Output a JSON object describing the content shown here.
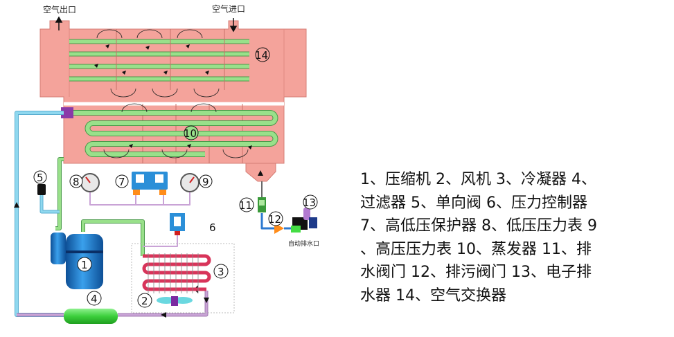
{
  "diagram": {
    "air_outlet": "空气出口",
    "air_inlet": "空气进口",
    "auto_drain": "自动排水口",
    "numbers": [
      "1",
      "2",
      "3",
      "4",
      "5",
      "6",
      "7",
      "8",
      "9",
      "10",
      "11",
      "12",
      "13",
      "14"
    ]
  },
  "legend": {
    "text": "1、压缩机 2、风机 3、冷凝器 4、\n过滤器 5、单向阀 6、压力控制器\n7、高低压保护器 8、低压压力表 9\n、高压压力表 10、蒸发器 11、排\n水阀门  12、排污阀门 13、电子排\n水器 14、空气交换器"
  },
  "colors": {
    "exchanger": "#f4a39b",
    "tube_green": "#99e08a",
    "pipe_cyan": "#8fd8ef",
    "pipe_purple": "#c9a3d6",
    "coil_red": "#d8345a",
    "filter_green": "#5ce05c",
    "compressor_blue": "#1e76c8",
    "panel_blue": "#2b8fd8"
  }
}
